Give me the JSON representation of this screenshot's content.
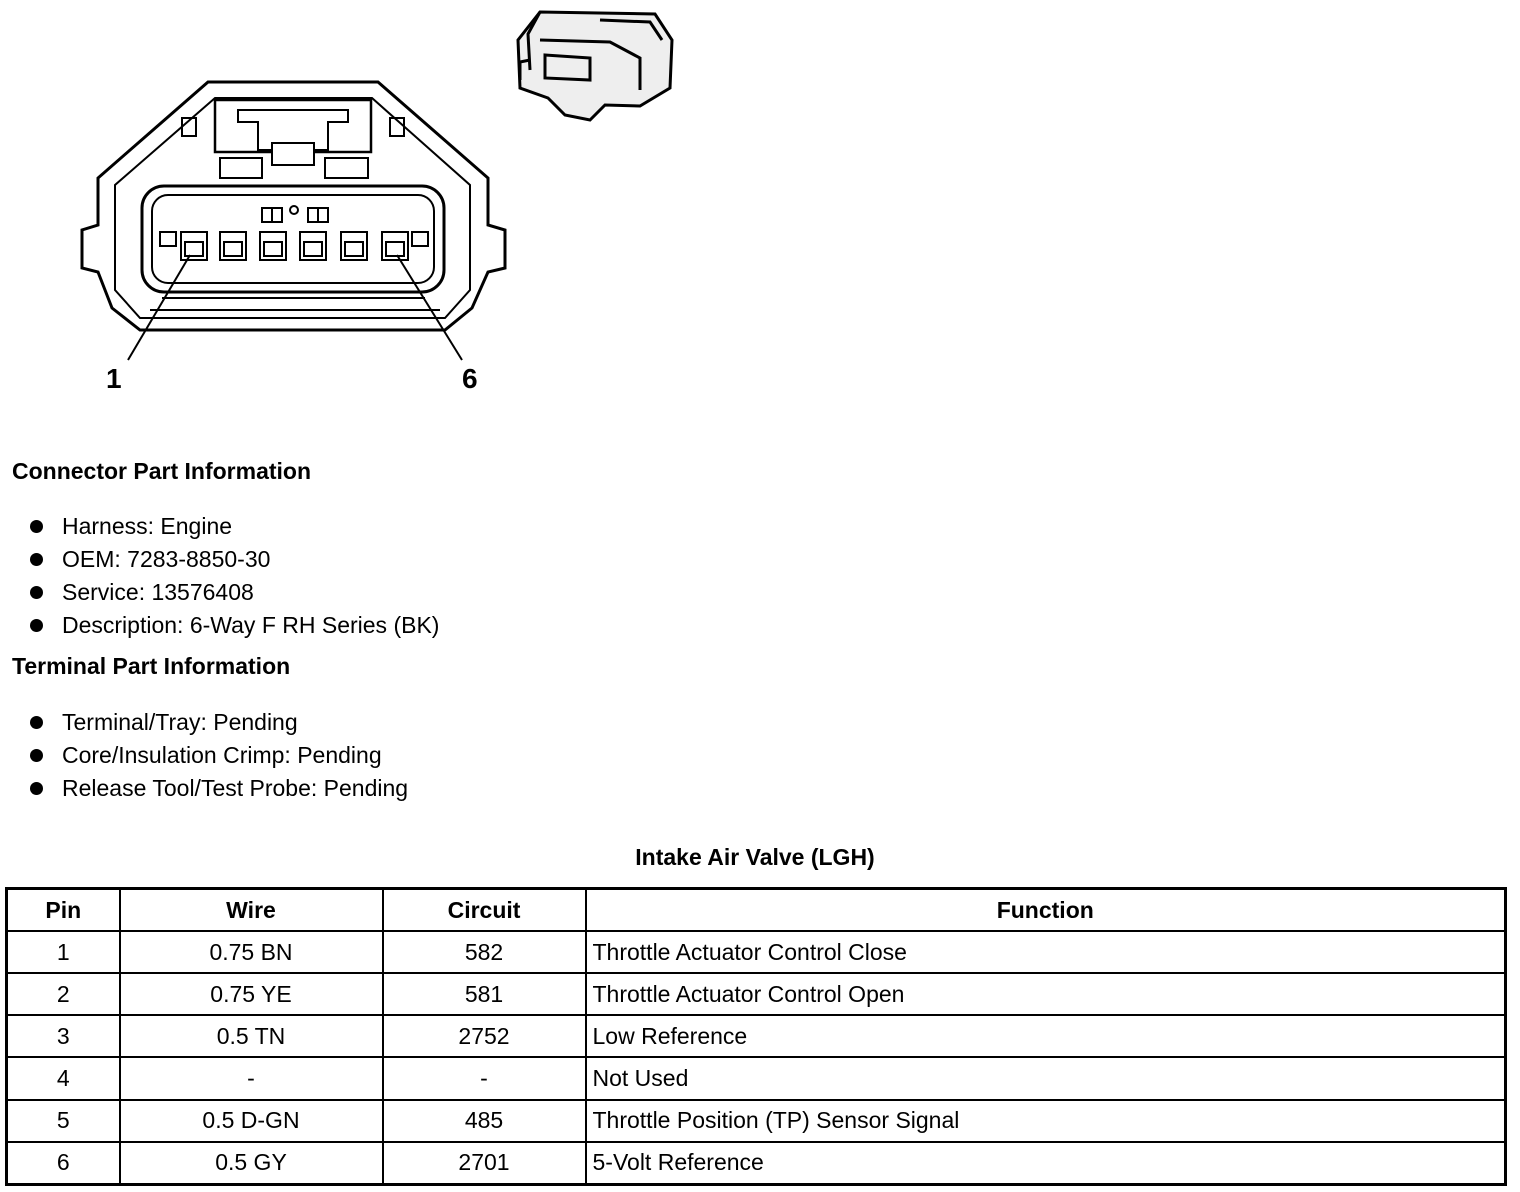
{
  "diagram": {
    "pin_labels": [
      "1",
      "6"
    ]
  },
  "connector_info": {
    "title": "Connector Part Information",
    "items": [
      "Harness: Engine",
      "OEM: 7283-8850-30",
      "Service: 13576408",
      "Description: 6-Way F RH Series (BK)"
    ]
  },
  "terminal_info": {
    "title": "Terminal Part Information",
    "items": [
      "Terminal/Tray: Pending",
      "Core/Insulation Crimp: Pending",
      "Release Tool/Test Probe: Pending"
    ]
  },
  "pin_table": {
    "title": "Intake Air Valve (LGH)",
    "headers": [
      "Pin",
      "Wire",
      "Circuit",
      "Function"
    ],
    "rows": [
      [
        "1",
        "0.75 BN",
        "582",
        "Throttle Actuator Control Close"
      ],
      [
        "2",
        "0.75 YE",
        "581",
        "Throttle Actuator Control Open"
      ],
      [
        "3",
        "0.5 TN",
        "2752",
        "Low Reference"
      ],
      [
        "4",
        "-",
        "-",
        "Not Used"
      ],
      [
        "5",
        "0.5 D-GN",
        "485",
        "Throttle Position (TP) Sensor Signal"
      ],
      [
        "6",
        "0.5 GY",
        "2701",
        "5-Volt Reference"
      ]
    ]
  }
}
